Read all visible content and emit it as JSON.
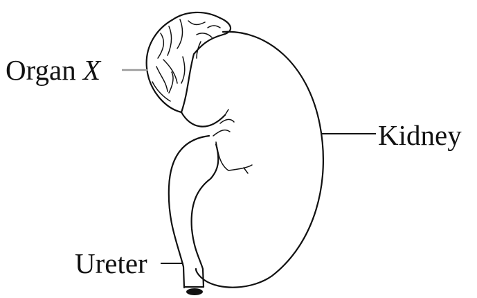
{
  "labels": {
    "organ_prefix": "Organ",
    "organ_variable": "X",
    "kidney": "Kidney",
    "ureter": "Ureter"
  },
  "colors": {
    "ink": "#111111",
    "organ_leader": "#9a9a9a",
    "background": "#ffffff"
  }
}
